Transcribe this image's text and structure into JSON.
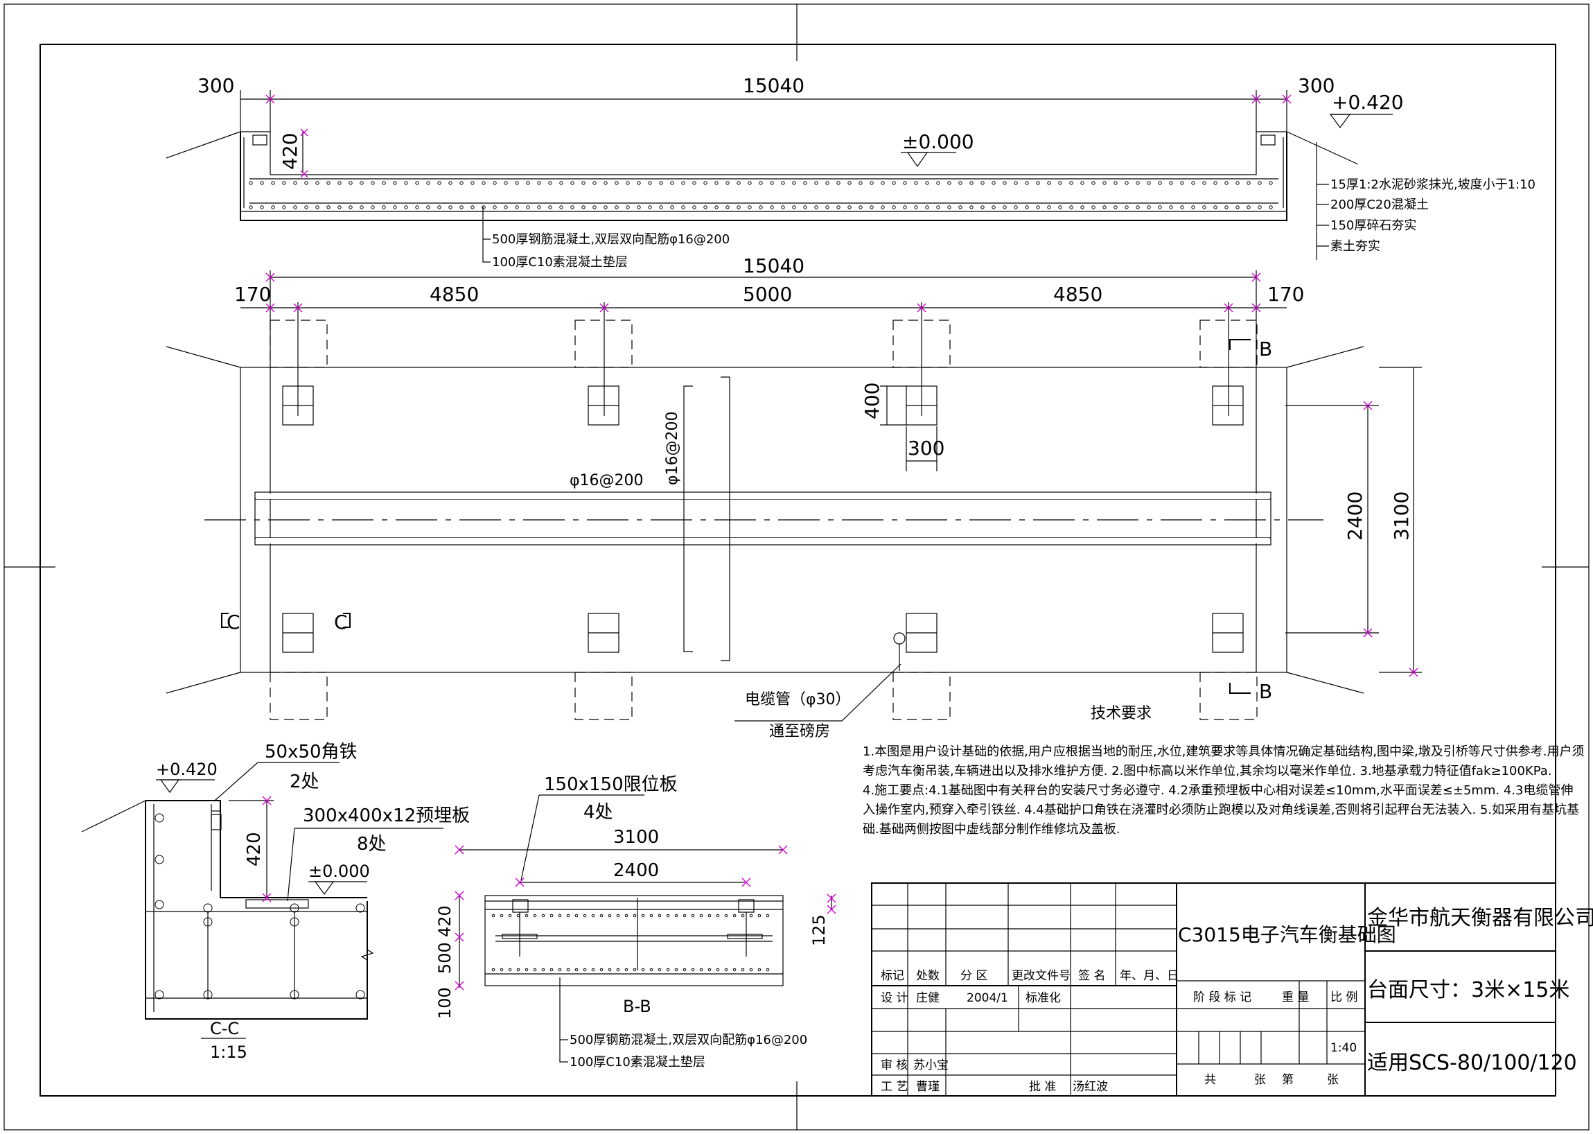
{
  "top_section": {
    "dim_left": "300",
    "dim_total": "15040",
    "dim_right": "300",
    "elev_top": "+0.420",
    "elev_zero": "±0.000",
    "dim_pit_depth": "420",
    "layers": [
      "15厚1:2水泥砂浆抹光,坡度小于1:10",
      "200厚C20混凝土",
      "150厚碎石夯实",
      "素土夯实"
    ],
    "slab_note": "500厚钢筋混凝土,双层双向配筋φ16@200",
    "base_note": "100厚C10素混凝土垫层"
  },
  "plan": {
    "dim_total": "15040",
    "dims": [
      "170",
      "4850",
      "5000",
      "4850",
      "170"
    ],
    "rebar_h": "φ16@200",
    "rebar_v": "φ16@200",
    "dim_plate_h": "400",
    "dim_plate_w": "300",
    "dim_inner": "2400",
    "dim_outer": "3100",
    "section_b": "B",
    "section_c": "C",
    "cable_label": "电缆管（φ30）",
    "cable_to": "通至磅房",
    "tech_title": "技术要求"
  },
  "notes": [
    "1.本图是用户设计基础的依据,用户应根据当地的耐压,水位,建筑要求等具体情况确定基础结构,图中梁,墩及引桥等尺寸供参考.用户须",
    "考虑汽车衡吊装,车辆进出以及排水维护方便. 2.图中标高以米作单位,其余均以毫米作单位. 3.地基承载力特征值fak≥100KPa.",
    "4.施工要点:4.1基础图中有关秤台的安装尺寸务必遵守. 4.2承重预埋板中心相对误差≤10mm,水平面误差≤±5mm. 4.3电缆管伸",
    "入操作室内,预穿入牵引铁丝. 4.4基础护口角铁在浇灌时必须防止跑模以及对角线误差,否则将引起秤台无法装入. 5.如采用有基坑基",
    "础.基础两侧按图中虚线部分制作维修坑及盖板."
  ],
  "section_cc": {
    "elev_top": "+0.420",
    "angle_label": "50x50角铁",
    "angle_count": "2处",
    "plate_label": "300x400x12预埋板",
    "plate_count": "8处",
    "dim_420": "420",
    "elev_zero": "±0.000",
    "title": "C-C",
    "scale": "1:15"
  },
  "section_bb": {
    "stop_label": "150x150限位板",
    "stop_count": "4处",
    "dim_outer": "3100",
    "dim_inner": "2400",
    "dim_420": "420",
    "dim_500": "500",
    "dim_100": "100",
    "dim_125": "125",
    "title": "B-B",
    "slab_note": "500厚钢筋混凝土,双层双向配筋φ16@200",
    "base_note": "100厚C10素混凝土垫层"
  },
  "title_block": {
    "drawing_title": "C3015电子汽车衡基础图",
    "company": "金华市航天衡器有限公司",
    "platform": "台面尺寸：3米×15米",
    "applicable": "适用SCS-80/100/120",
    "col_headers": [
      "标记",
      "处数",
      "分 区",
      "更改文件号",
      "签 名",
      "年、月、日"
    ],
    "design_label": "设 计",
    "designer": "庄健",
    "design_date": "2004/1",
    "standard_label": "标准化",
    "review_label": "审 核",
    "reviewer": "苏小宝",
    "process_label": "工 艺",
    "processor": "曹瑾",
    "approve_label": "批 准",
    "approver": "汤红波",
    "stage_label": "阶 段 标 记",
    "weight_label": "重 量",
    "scale_label": "比 例",
    "scale": "1:40",
    "sheets_total_label": "共",
    "sheets_label": "张",
    "sheet_no_label": "第",
    "sheet_label2": "张"
  }
}
